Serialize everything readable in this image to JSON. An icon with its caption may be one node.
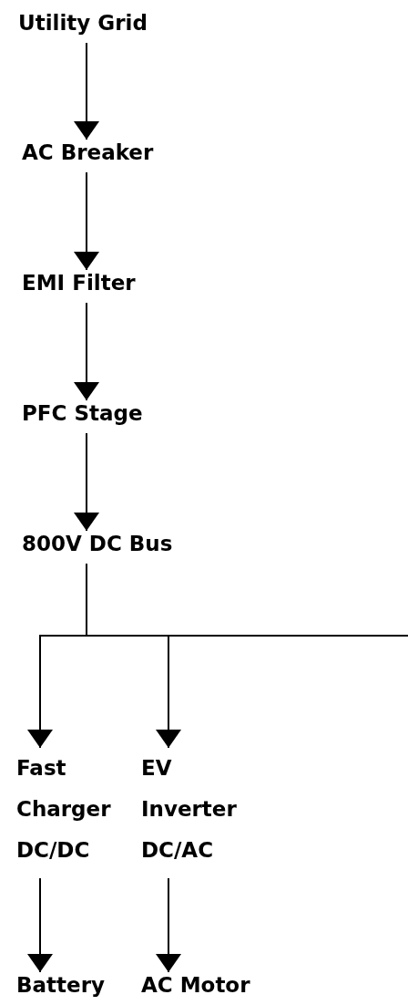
{
  "diagram": {
    "nodes": [
      {
        "text": [
          "Utility Grid"
        ]
      },
      {
        "text": [
          "AC Breaker"
        ]
      },
      {
        "text": [
          "EMI Filter"
        ]
      },
      {
        "text": [
          "PFC Stage"
        ]
      },
      {
        "text": [
          "800V DC Bus"
        ]
      },
      {
        "text": [
          "Fast Charger DC/DC"
        ]
      },
      {
        "text": [
          "EV Inverter DC/AC"
        ]
      },
      {
        "text": [
          "Battery"
        ]
      },
      {
        "text": [
          "AC Motor"
        ]
      }
    ],
    "edges": [
      {
        "from": 0,
        "to": 1,
        "arrow": "to"
      },
      {
        "from": 1,
        "to": 2,
        "arrow": "to"
      },
      {
        "from": 2,
        "to": 3,
        "arrow": "to"
      },
      {
        "from": 3,
        "to": 4,
        "arrow": "to"
      },
      {
        "from": 4,
        "to": 5,
        "arrow": "to"
      },
      {
        "from": 4,
        "to": 6,
        "arrow": "to"
      },
      {
        "from": 4,
        "to": null,
        "arrow": "none"
      },
      {
        "from": 5,
        "to": 7,
        "arrow": "to"
      },
      {
        "from": 6,
        "to": 8,
        "arrow": "to"
      }
    ]
  }
}
